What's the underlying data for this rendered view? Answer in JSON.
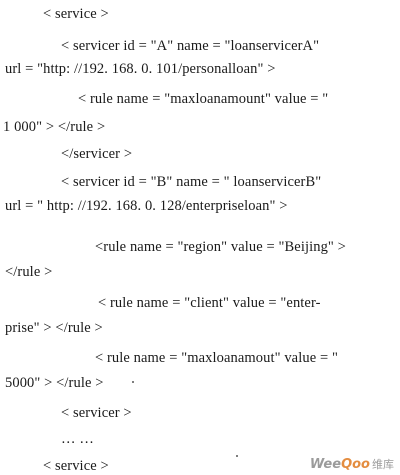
{
  "code_lines": [
    "< service >",
    "< servicer id = \"A\" name = \"loanservicerA\"",
    "url = \"http: //192. 168. 0. 101/personalloan\" >",
    "< rule name = \"maxloanamount\" value = \"",
    "1 000\" > </rule >",
    "</servicer >",
    "< servicer id = \"B\" name = \" loanservicerB\"",
    "url = \" http: //192. 168. 0. 128/enterpriseloan\" >",
    "<rule name = \"region\" value = \"Beijing\" >",
    "</rule >",
    "< rule name = \"client\" value = \"enter-",
    "prise\" > </rule >",
    "< rule name = \"maxloanamout\" value = \"",
    "5000\" > </rule >",
    "< servicer >",
    "… …",
    "< service >"
  ],
  "watermark": {
    "logo_main": "WeeQoo",
    "logo_cn": "维库"
  },
  "colors": {
    "text": "#1a1a1a",
    "watermark_gray": "#8a8a8a",
    "watermark_accent": "#e07a1f",
    "background": "#ffffff"
  }
}
